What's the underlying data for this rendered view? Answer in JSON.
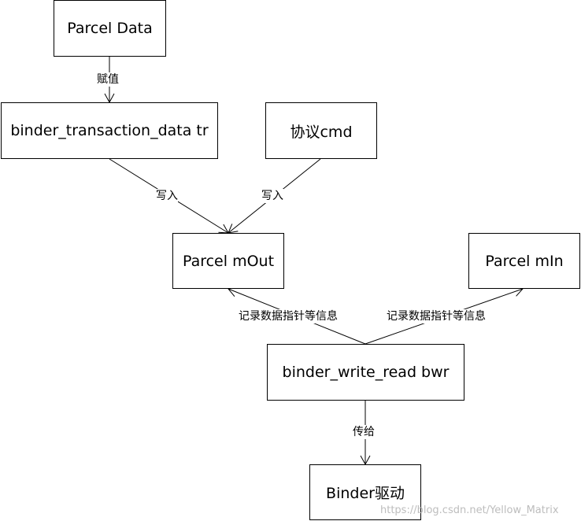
{
  "nodes": {
    "parcel_data": "Parcel Data",
    "transaction_data": "binder_transaction_data tr",
    "protocol_cmd": "协议cmd",
    "parcel_mout": "Parcel mOut",
    "parcel_min": "Parcel mIn",
    "write_read": "binder_write_read bwr",
    "binder_driver": "Binder驱动"
  },
  "edges": {
    "assign": "赋值",
    "write_left": "写入",
    "write_right": "写入",
    "record_left": "记录数据指针等信息",
    "record_right": "记录数据指针等信息",
    "pass_to": "传给"
  },
  "watermark": "https://blog.csdn.net/Yellow_Matrix"
}
